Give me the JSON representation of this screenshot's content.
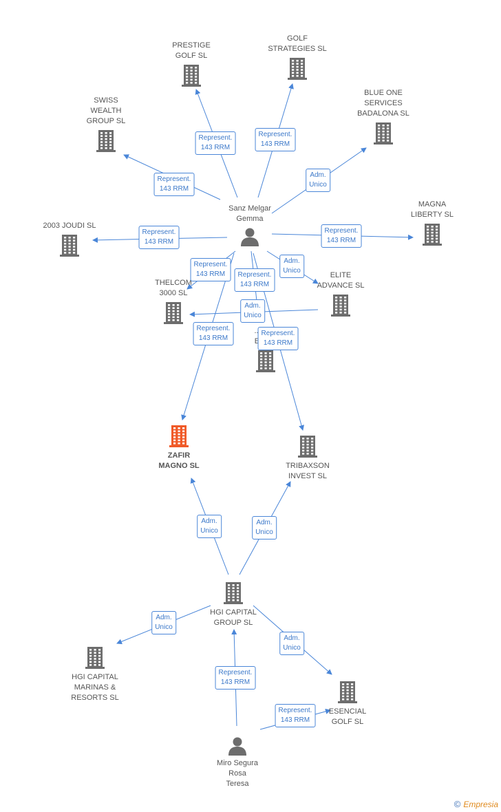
{
  "nodes": [
    {
      "id": "prestige",
      "label": "PRESTIGE\nGOLF SL",
      "type": "company"
    },
    {
      "id": "golfstrat",
      "label": "GOLF\nSTRATEGIES SL",
      "type": "company"
    },
    {
      "id": "swiss",
      "label": "SWISS\nWEALTH\nGROUP  SL",
      "type": "company"
    },
    {
      "id": "blueone",
      "label": "BLUE ONE\nSERVICES\nBADALONA SL",
      "type": "company"
    },
    {
      "id": "magna",
      "label": "MAGNA\nLIBERTY SL",
      "type": "company"
    },
    {
      "id": "joudi",
      "label": "2003 JOUDI SL",
      "type": "company"
    },
    {
      "id": "sanz",
      "label": "Sanz Melgar\nGemma",
      "type": "person"
    },
    {
      "id": "elite",
      "label": "ELITE\nADVANCE SL",
      "type": "company"
    },
    {
      "id": "thelcom",
      "label": "THELCOM\n3000  SL",
      "type": "company"
    },
    {
      "id": "euro",
      "label": "...AMS\nEUR...",
      "type": "company"
    },
    {
      "id": "zafir",
      "label": "ZAFIR\nMAGNO SL",
      "type": "main"
    },
    {
      "id": "tribaxson",
      "label": "TRIBAXSON\nINVEST SL",
      "type": "company"
    },
    {
      "id": "hgigroup",
      "label": "HGI CAPITAL\nGROUP SL",
      "type": "company"
    },
    {
      "id": "hgimarinas",
      "label": "HGI CAPITAL\nMARINAS &\nRESORTS SL",
      "type": "company"
    },
    {
      "id": "esencial",
      "label": "ESENCIAL\nGOLF  SL",
      "type": "company"
    },
    {
      "id": "miro",
      "label": "Miro Segura\nRosa\nTeresa",
      "type": "person"
    }
  ],
  "edges": [
    {
      "from": "sanz",
      "to": "prestige",
      "label": "Represent.\n143 RRM"
    },
    {
      "from": "sanz",
      "to": "golfstrat",
      "label": "Represent.\n143 RRM"
    },
    {
      "from": "sanz",
      "to": "swiss",
      "label": "Represent.\n143 RRM"
    },
    {
      "from": "sanz",
      "to": "blueone",
      "label": "Adm.\nUnico"
    },
    {
      "from": "sanz",
      "to": "joudi",
      "label": "Represent.\n143 RRM"
    },
    {
      "from": "sanz",
      "to": "magna",
      "label": "Represent.\n143 RRM"
    },
    {
      "from": "sanz",
      "to": "thelcom",
      "label": "Represent.\n143 RRM"
    },
    {
      "from": "sanz",
      "to": "elite",
      "label": "Adm.\nUnico"
    },
    {
      "from": "sanz",
      "to": "euro",
      "label": "Represent.\n143 RRM"
    },
    {
      "from": "elite",
      "to": "thelcom",
      "label": "Adm.\nUnico"
    },
    {
      "from": "sanz",
      "to": "zafir",
      "label": "Represent.\n143 RRM"
    },
    {
      "from": "sanz",
      "to": "tribaxson",
      "label": "Represent.\n143 RRM"
    },
    {
      "from": "hgigroup",
      "to": "zafir",
      "label": "Adm.\nUnico"
    },
    {
      "from": "hgigroup",
      "to": "tribaxson",
      "label": "Adm.\nUnico"
    },
    {
      "from": "hgigroup",
      "to": "hgimarinas",
      "label": "Adm.\nUnico"
    },
    {
      "from": "hgigroup",
      "to": "esencial",
      "label": "Adm.\nUnico"
    },
    {
      "from": "miro",
      "to": "hgigroup",
      "label": "Represent.\n143 RRM"
    },
    {
      "from": "miro",
      "to": "esencial",
      "label": "Represent.\n143 RRM"
    }
  ],
  "colors": {
    "edge": "#4a86d8",
    "company_icon": "#6d6d6d",
    "main_icon": "#f05a28",
    "person_icon": "#6d6d6d"
  },
  "footer": {
    "copyright": "©",
    "brand": "Empresia"
  }
}
